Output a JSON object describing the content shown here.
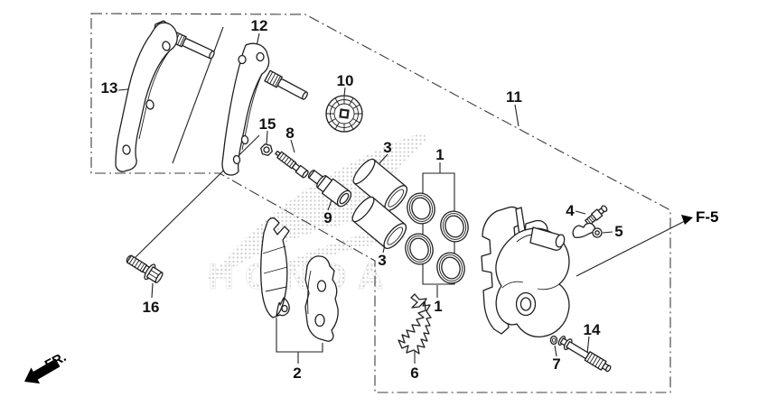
{
  "callouts": {
    "c1a": "1",
    "c1b": "1",
    "c2": "2",
    "c3a": "3",
    "c3b": "3",
    "c4": "4",
    "c5": "5",
    "c6": "6",
    "c7": "7",
    "c8": "8",
    "c9": "9",
    "c10": "10",
    "c11": "11",
    "c12": "12",
    "c13": "13",
    "c14": "14",
    "c15": "15",
    "c16": "16"
  },
  "annotations": {
    "front_marker": "FR.",
    "cross_reference": "F-5"
  },
  "watermark": {
    "text": "HONDA"
  },
  "colors": {
    "background": "#ffffff",
    "line": "#1f1f1f",
    "border_line": "#3c3c3c",
    "callout_text": "#111111",
    "marker_fill": "#000000",
    "watermark_dots": "#c8c8c8"
  }
}
